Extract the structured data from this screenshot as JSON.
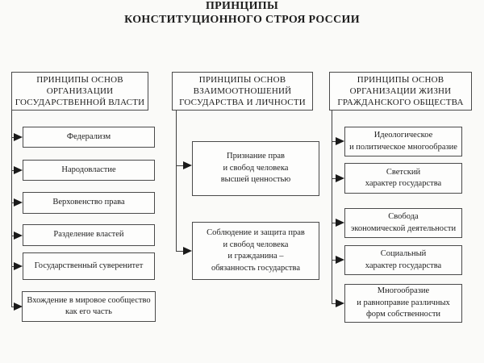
{
  "title": "ПРИНЦИПЫ\nКОНСТИТУЦИОННОГО СТРОЯ РОССИИ",
  "columns": [
    {
      "header": "ПРИНЦИПЫ ОСНОВ\nОРГАНИЗАЦИИ\nГОСУДАРСТВЕННОЙ ВЛАСТИ",
      "items": [
        "Федерализм",
        "Народовластие",
        "Верховенство права",
        "Разделение властей",
        "Государственный суверенитет",
        "Вхождение в мировое сообщество\nкак его часть"
      ]
    },
    {
      "header": "ПРИНЦИПЫ ОСНОВ\nВЗАИМООТНОШЕНИЙ\nГОСУДАРСТВА И ЛИЧНОСТИ",
      "items": [
        "Признание прав\nи свобод человека\nвысшей ценностью",
        "Соблюдение и защита прав\nи свобод человека\nи гражданина –\nобязанность государства"
      ]
    },
    {
      "header": "ПРИНЦИПЫ ОСНОВ\nОРГАНИЗАЦИИ ЖИЗНИ\nГРАЖДАНСКОГО ОБЩЕСТВА",
      "items": [
        "Идеологическое\nи политическое многообразие",
        "Светский\nхарактер государства",
        "Свобода\nэкономической деятельности",
        "Социальный\nхарактер государства",
        "Многообразие\nи равноправие различных\nформ собственности"
      ]
    }
  ],
  "colors": {
    "border": "#4a4a4a",
    "text": "#1d1d1d",
    "background": "#fafaf8",
    "arrow": "#1a1a1a"
  }
}
